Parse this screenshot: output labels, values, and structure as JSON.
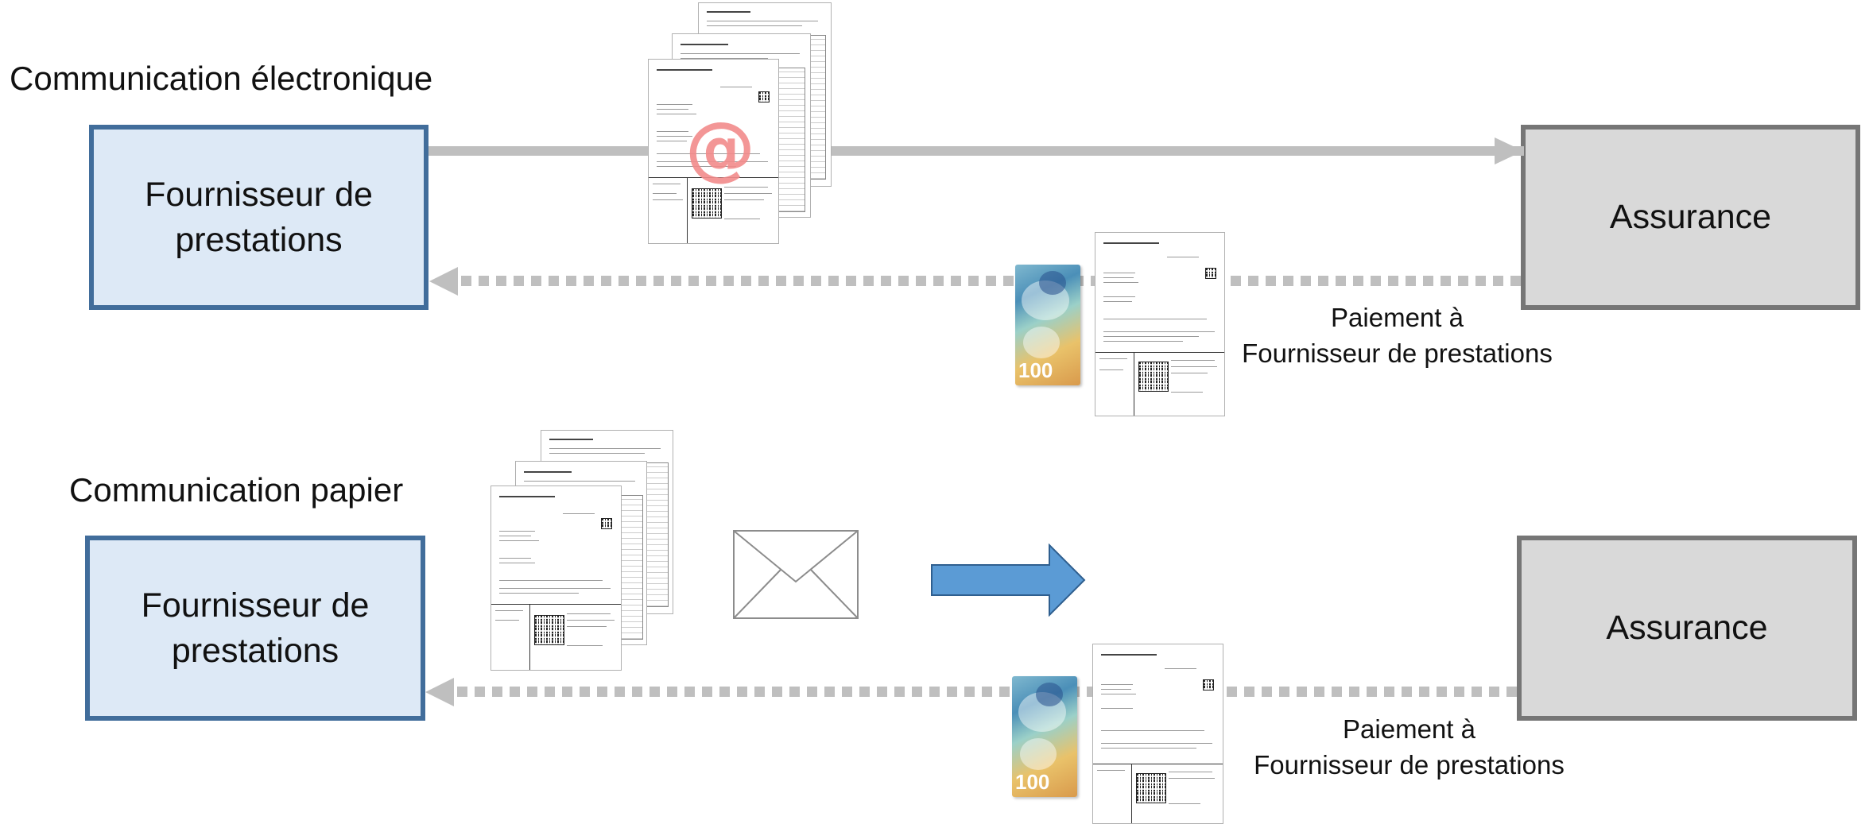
{
  "sections": [
    {
      "heading": "Communication électronique",
      "provider_box": "Fournisseur de\nprestations",
      "insurance_box": "Assurance",
      "payment_caption": "Paiement à\nFournisseur de prestations"
    },
    {
      "heading": "Communication papier",
      "provider_box": "Fournisseur de\nprestations",
      "insurance_box": "Assurance",
      "payment_caption": "Paiement à\nFournisseur de prestations"
    }
  ],
  "banknote_value": "100",
  "email_symbol": "@",
  "colors": {
    "provider_fill": "#dde9f6",
    "provider_border": "#416d9b",
    "insurance_fill": "#d9d9d9",
    "insurance_border": "#767676",
    "connector": "#bfbfbf",
    "at_sign": "#f28b8b",
    "blue_arrow": "#5b9bd5"
  },
  "icons": [
    "email-at-icon",
    "envelope-icon",
    "right-arrow-icon",
    "banknote-icon",
    "invoice-document-icon"
  ]
}
